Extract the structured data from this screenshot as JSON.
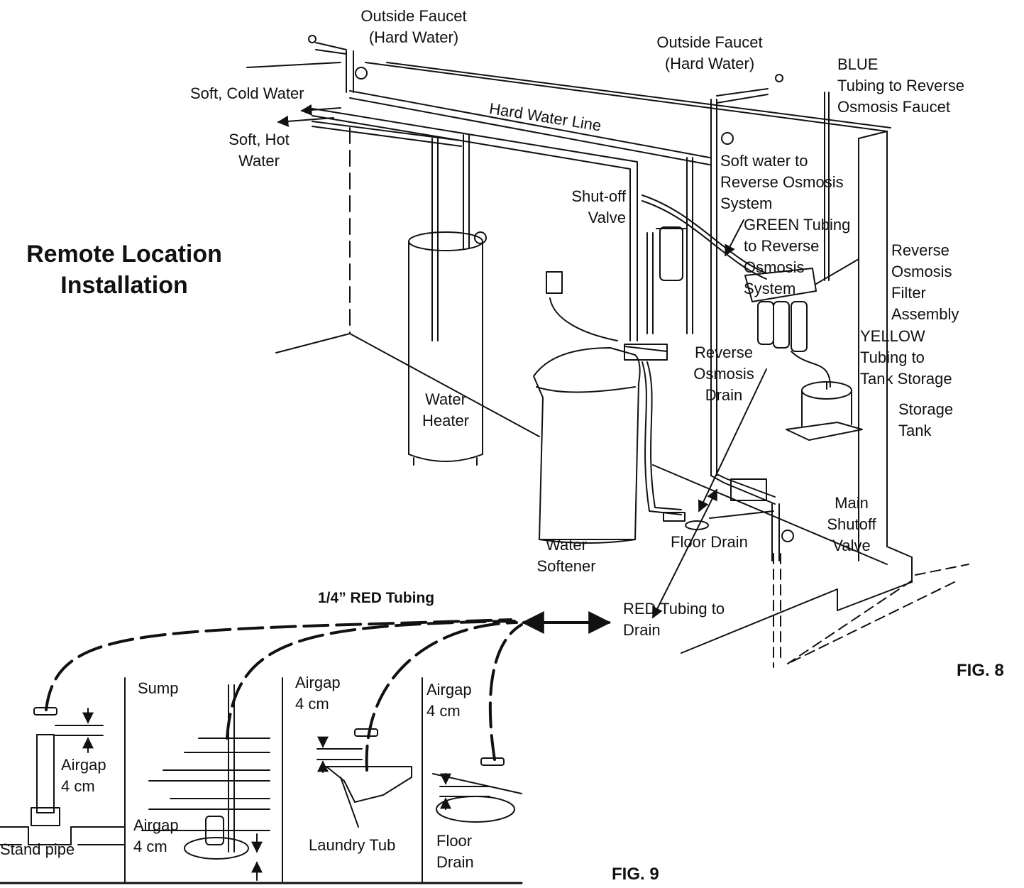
{
  "title": "Remote Location\nInstallation",
  "labels": {
    "outside_faucet_left": "Outside Faucet\n(Hard Water)",
    "outside_faucet_right": "Outside Faucet\n(Hard Water)",
    "blue_tubing": "BLUE\nTubing to Reverse\nOsmosis Faucet",
    "soft_cold": "Soft, Cold Water",
    "soft_hot": "Soft, Hot\nWater",
    "hard_water_line": "Hard Water Line",
    "soft_to_ro": "Soft water to\nReverse Osmosis\nSystem",
    "shutoff_valve": "Shut-off\nValve",
    "green_tubing": "GREEN Tubing\nto Reverse\nOsmosis\nSystem",
    "ro_filter": "Reverse\nOsmosis\nFilter\nAssembly",
    "yellow_tubing": "YELLOW\nTubing to\nTank Storage",
    "storage_tank": "Storage\nTank",
    "ro_drain": "Reverse\nOsmosis\nDrain",
    "water_heater": "Water\nHeater",
    "water_softener": "Water\nSoftener",
    "floor_drain": "Floor Drain",
    "main_shutoff": "Main\nShutoff\nValve",
    "red_tubing_drain": "RED Tubing to\nDrain",
    "red_tubing_size": "1/4” RED Tubing",
    "fig8": "FIG. 8",
    "fig9": "FIG. 9",
    "airgap_standpipe": "Airgap\n4 cm",
    "standpipe": "Stand pipe",
    "sump": "Sump",
    "airgap_sump": "Airgap\n4 cm",
    "airgap_laundry": "Airgap\n4 cm",
    "laundry_tub": "Laundry Tub",
    "airgap_floor": "Airgap\n4 cm",
    "floor_drain_small": "Floor\nDrain"
  }
}
